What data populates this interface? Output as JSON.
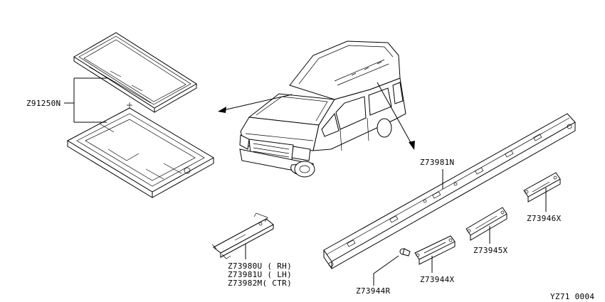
{
  "diagram_id": "YZ71 0004",
  "callouts": {
    "roof_panel": "Z91250N",
    "roof_rail": "Z73981N",
    "bracket_small": "Z73946X",
    "bracket_mid": "Z73945X",
    "bracket_rear": "Z73944X",
    "clip": "Z73944R",
    "crossmember_rh": "Z73980U ( RH)",
    "crossmember_lh": "Z73981U ( LH)",
    "crossmember_ctr": "Z73982M( CTR)"
  },
  "icons": {
    "vehicle": "van-icon",
    "pointer": "arrow-icon"
  }
}
